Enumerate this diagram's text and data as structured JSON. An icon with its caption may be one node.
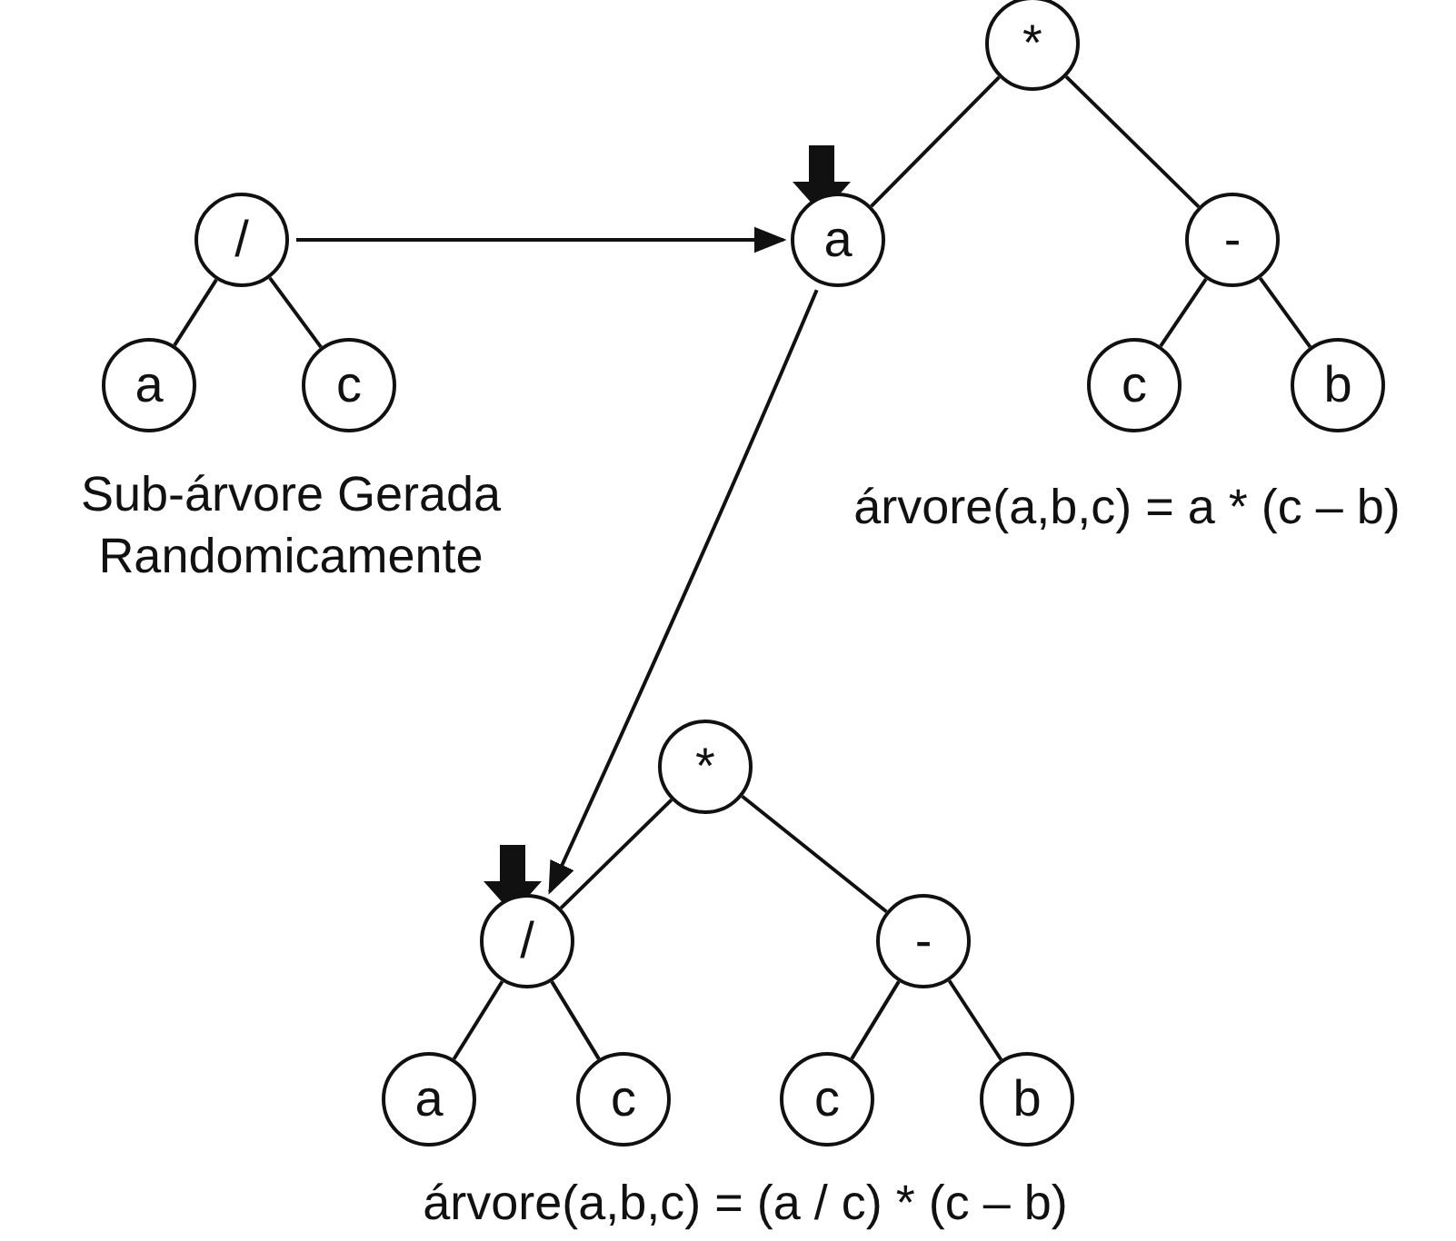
{
  "diagram": {
    "nodes": [
      {
        "text": [
          "/"
        ]
      },
      {
        "text": [
          "a"
        ]
      },
      {
        "text": [
          "c"
        ]
      },
      {
        "text": [
          "*"
        ]
      },
      {
        "text": [
          "a"
        ]
      },
      {
        "text": [
          "-"
        ]
      },
      {
        "text": [
          "c"
        ]
      },
      {
        "text": [
          "b"
        ]
      },
      {
        "text": [
          "*"
        ]
      },
      {
        "text": [
          "/"
        ]
      },
      {
        "text": [
          "-"
        ]
      },
      {
        "text": [
          "a"
        ]
      },
      {
        "text": [
          "c"
        ]
      },
      {
        "text": [
          "c"
        ]
      },
      {
        "text": [
          "b"
        ]
      }
    ],
    "edges": [
      {
        "from": 0,
        "to": 1,
        "arrow": "none"
      },
      {
        "from": 0,
        "to": 2,
        "arrow": "none"
      },
      {
        "from": 3,
        "to": 4,
        "arrow": "none"
      },
      {
        "from": 3,
        "to": 5,
        "arrow": "none"
      },
      {
        "from": 5,
        "to": 6,
        "arrow": "none"
      },
      {
        "from": 5,
        "to": 7,
        "arrow": "none"
      },
      {
        "from": 8,
        "to": 9,
        "arrow": "none"
      },
      {
        "from": 8,
        "to": 10,
        "arrow": "none"
      },
      {
        "from": 9,
        "to": 11,
        "arrow": "none"
      },
      {
        "from": 9,
        "to": 12,
        "arrow": "none"
      },
      {
        "from": 10,
        "to": 13,
        "arrow": "none"
      },
      {
        "from": 10,
        "to": 14,
        "arrow": "none"
      },
      {
        "from": 0,
        "to": 4,
        "arrow": "to"
      },
      {
        "from": 4,
        "to": 9,
        "arrow": "to"
      }
    ],
    "labels": [
      "Sub-árvore Gerada Randomicamente",
      "árvore(a,b,c) = a * (c – b)",
      "árvore(a,b,c) = (a / c) * (c – b)"
    ]
  }
}
